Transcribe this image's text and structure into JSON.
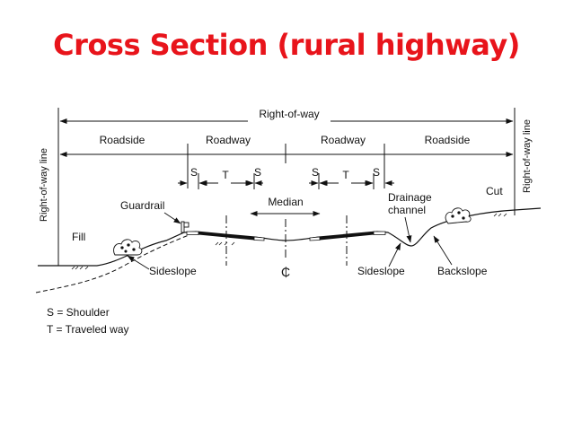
{
  "slide": {
    "title": "Cross Section (rural highway)",
    "title_color": "#e8141b"
  },
  "diagram": {
    "right_of_way": "Right-of-way",
    "row_line_left": "Right-of-way line",
    "row_line_right": "Right-of-way line",
    "zones": {
      "roadside_left": "Roadside",
      "roadway_left": "Roadway",
      "roadway_right": "Roadway",
      "roadside_right": "Roadside"
    },
    "dims": {
      "s1": "S",
      "t1": "T",
      "s2": "S",
      "s3": "S",
      "t2": "T",
      "s4": "S"
    },
    "labels": {
      "median": "Median",
      "guardrail": "Guardrail",
      "drainage": "Drainage",
      "channel": "channel",
      "cut": "Cut",
      "fill": "Fill",
      "sideslope_left": "Sideslope",
      "centerline": "₵",
      "sideslope_right": "Sideslope",
      "backslope": "Backslope"
    },
    "legend": {
      "shoulder": "S = Shoulder",
      "traveled": "T = Traveled way"
    }
  }
}
